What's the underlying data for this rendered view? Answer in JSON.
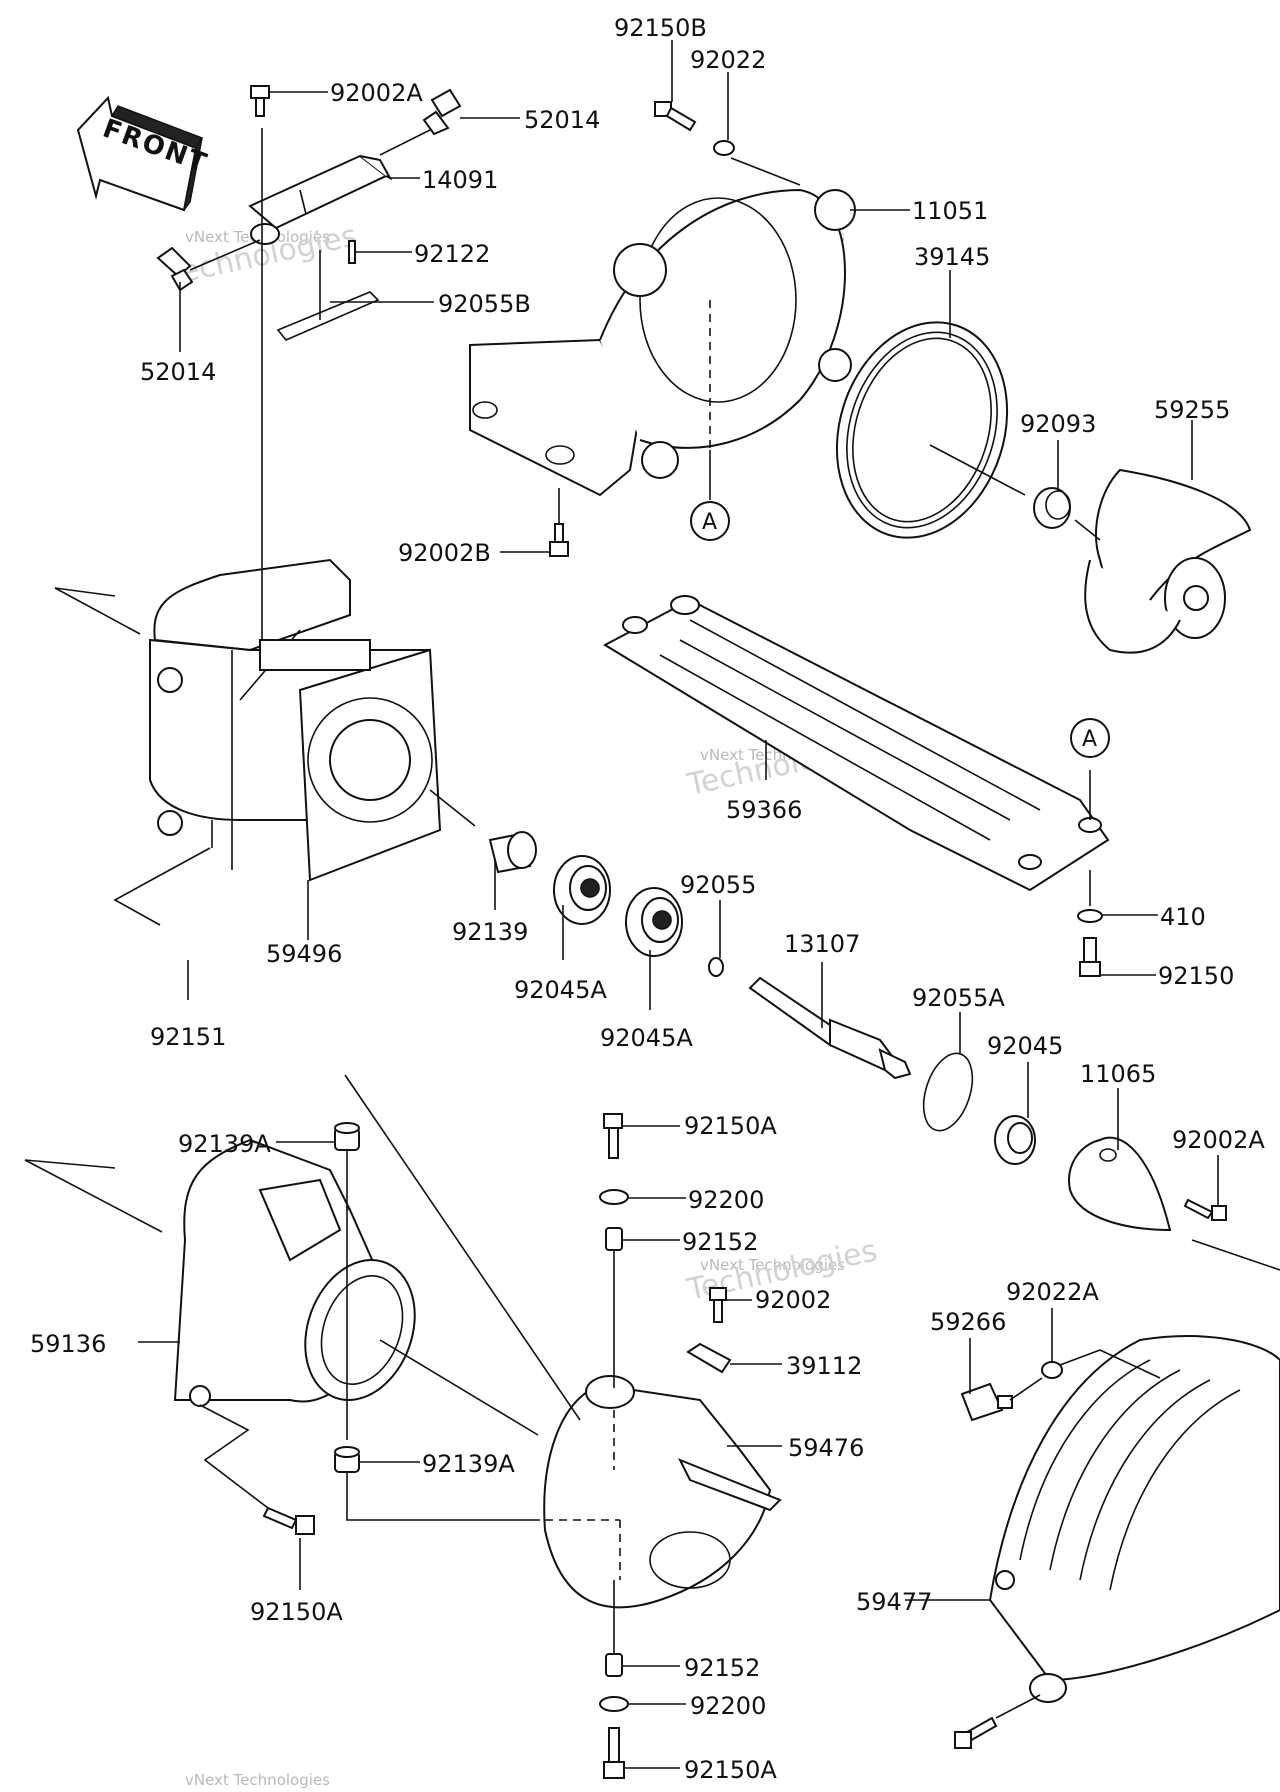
{
  "front_arrow": {
    "text": "FRONT"
  },
  "callouts": {
    "a_upper": "A",
    "a_lower": "A"
  },
  "watermark": {
    "line1": "vNext Technologies",
    "line2": "vNext",
    "line3": "Technologies"
  },
  "parts": [
    "92150B",
    "92022",
    "92002A",
    "52014",
    "14091",
    "11051",
    "39145",
    "92122",
    "92055B",
    "52014",
    "59255",
    "92093",
    "92002B",
    "59366",
    "59496",
    "92139",
    "92055",
    "410",
    "92150",
    "13107",
    "92045A",
    "92045A",
    "92151",
    "92055A",
    "92045",
    "11065",
    "92002A",
    "92150A",
    "92139A",
    "92200",
    "92152",
    "92002",
    "39112",
    "59136",
    "92022A",
    "59266",
    "59476",
    "92139A",
    "59477",
    "92150A",
    "92152",
    "92200",
    "92150A"
  ]
}
